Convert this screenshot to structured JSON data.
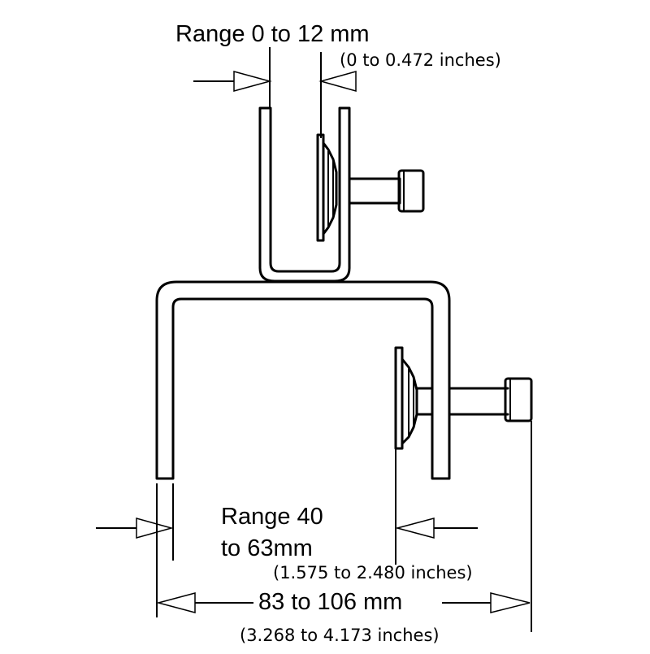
{
  "labels": {
    "top_range": "Range 0 to 12 mm",
    "top_range_inches": "(0 to 0.472 inches)",
    "inner_range_line1": "Range 40",
    "inner_range_line2": "to 63mm",
    "inner_range_inches": "(1.575 to 2.480 inches)",
    "overall_range": "83 to 106 mm",
    "overall_range_inches": "(3.268 to 4.173 inches)"
  },
  "colors": {
    "line": "#000000",
    "background": "#ffffff",
    "arrow_fill": "#ffffff"
  }
}
